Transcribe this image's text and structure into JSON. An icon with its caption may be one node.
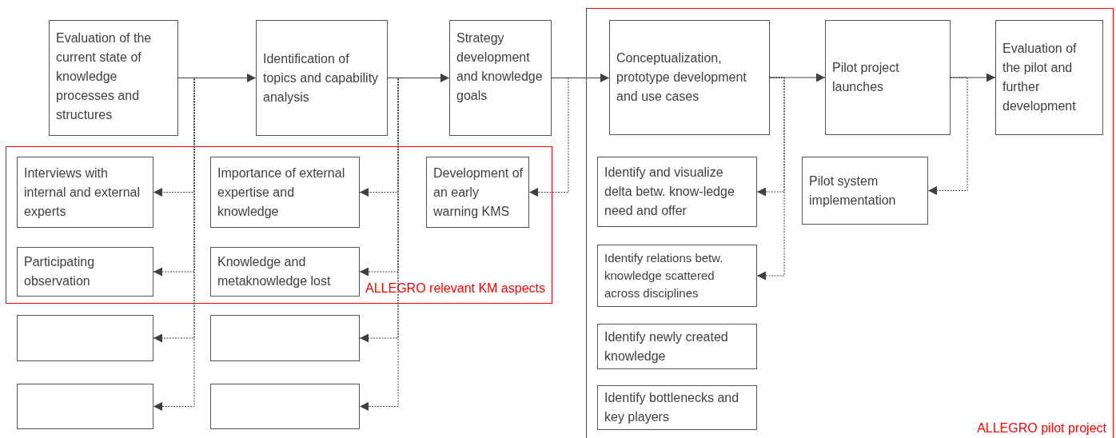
{
  "diagram": {
    "nodes": [
      {
        "text": [
          "Evaluation of the current state of knowledge processes and structures"
        ]
      },
      {
        "text": [
          "Identification of topics and capability analysis"
        ]
      },
      {
        "text": [
          "Strategy development and knowledge goals"
        ]
      },
      {
        "text": [
          "ALLEGRO relevant KM aspects"
        ]
      },
      {
        "text": [
          "Interviews with internal and external experts"
        ],
        "in": 3
      },
      {
        "text": [
          "Importance of external expertise and knowledge"
        ],
        "in": 3
      },
      {
        "text": [
          "Development of an early warning KMS"
        ],
        "in": 3
      },
      {
        "text": [
          "Participating observation"
        ],
        "in": 3
      },
      {
        "text": [
          "Knowledge and metaknowledge lost"
        ],
        "in": 3
      },
      {
        "text": [],
        "shape": "box"
      },
      {
        "text": [],
        "shape": "box"
      },
      {
        "text": [],
        "shape": "box"
      },
      {
        "text": [],
        "shape": "box"
      },
      {
        "text": [
          "ALLEGRO pilot project"
        ]
      },
      {
        "text": [
          "Conceptualization, prototype development and use cases"
        ],
        "in": 13
      },
      {
        "text": [
          "Pilot project launches"
        ],
        "in": 13
      },
      {
        "text": [
          "Evaluation of the pilot and further development"
        ],
        "in": 13
      },
      {
        "text": [
          "Identify and visualize delta betw. know-ledge need and offer"
        ],
        "in": 13
      },
      {
        "text": [
          "Pilot system implementation"
        ],
        "in": 13
      },
      {
        "text": [
          "Identify relations betw. knowledge scattered across disciplines"
        ],
        "in": 13
      },
      {
        "text": [
          "Identify newly created knowledge"
        ],
        "in": 13
      },
      {
        "text": [
          "Identify bottlenecks and key players"
        ],
        "in": 13
      }
    ],
    "edges": [
      {
        "from": 0,
        "to": 1,
        "arrow": "to"
      },
      {
        "from": 1,
        "to": 2,
        "arrow": "to"
      },
      {
        "from": 2,
        "to": 14,
        "arrow": "to"
      },
      {
        "from": 14,
        "to": 15,
        "arrow": "to"
      },
      {
        "from": 15,
        "to": 16,
        "arrow": "to"
      },
      {
        "from": 0,
        "to": 4,
        "arrow": "to",
        "style": "dashed"
      },
      {
        "from": 0,
        "to": 7,
        "arrow": "to",
        "style": "dashed"
      },
      {
        "from": 0,
        "to": 9,
        "arrow": "to",
        "style": "dashed"
      },
      {
        "from": 0,
        "to": 11,
        "arrow": "to",
        "style": "dashed"
      },
      {
        "from": 1,
        "to": 5,
        "arrow": "to",
        "style": "dashed"
      },
      {
        "from": 1,
        "to": 8,
        "arrow": "to",
        "style": "dashed"
      },
      {
        "from": 1,
        "to": 10,
        "arrow": "to",
        "style": "dashed"
      },
      {
        "from": 1,
        "to": 12,
        "arrow": "to",
        "style": "dashed"
      },
      {
        "from": 2,
        "to": 6,
        "arrow": "to",
        "style": "dashed"
      },
      {
        "from": 14,
        "to": 17,
        "arrow": "to",
        "style": "dashed"
      },
      {
        "from": 14,
        "to": 19,
        "arrow": "to",
        "style": "dashed"
      },
      {
        "from": 15,
        "to": 18,
        "arrow": "to",
        "style": "dashed"
      }
    ]
  }
}
